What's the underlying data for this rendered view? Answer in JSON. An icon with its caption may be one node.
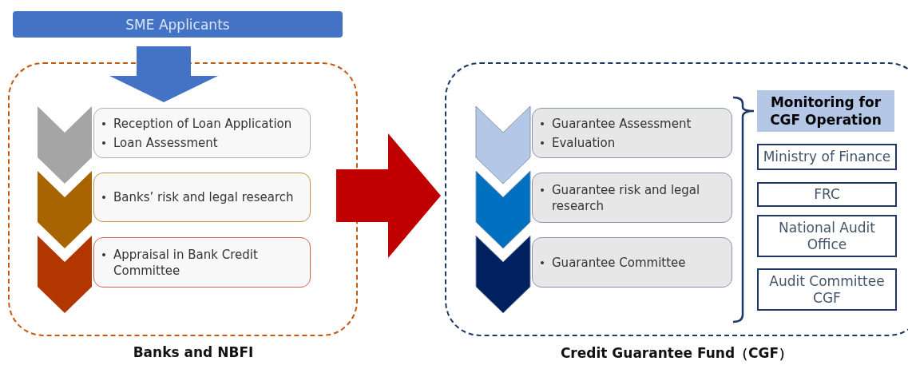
{
  "diagram": {
    "nodes": [
      {
        "text": [
          "SME Applicants"
        ]
      },
      {
        "text": [
          "Banks and NBFI"
        ]
      },
      {
        "text": [
          "Reception of Loan Application",
          "Loan Assessment"
        ],
        "in": 1
      },
      {
        "text": [
          "Banks’ risk and legal research"
        ],
        "in": 1
      },
      {
        "text": [
          "Appraisal in Bank Credit Committee"
        ],
        "in": 1
      },
      {
        "text": [
          "Credit Guarantee Fund（CGF）"
        ]
      },
      {
        "text": [
          "Guarantee Assessment",
          "Evaluation"
        ],
        "in": 5
      },
      {
        "text": [
          "Guarantee risk and legal research"
        ],
        "in": 5
      },
      {
        "text": [
          "Guarantee Committee"
        ],
        "in": 5
      },
      {
        "text": [
          "Monitoring for CGF Operation"
        ],
        "in": 5
      },
      {
        "text": [
          "Ministry of Finance"
        ],
        "in": 5
      },
      {
        "text": [
          "FRC"
        ],
        "in": 5
      },
      {
        "text": [
          "National Audit Office"
        ],
        "in": 5
      },
      {
        "text": [
          "Audit Committee CGF"
        ],
        "in": 5
      }
    ],
    "edges": [
      {
        "from": 0,
        "to": 2,
        "arrow": "to",
        "style": "thick",
        "color": "#4472c4"
      },
      {
        "from": 1,
        "to": 5,
        "arrow": "to",
        "style": "thick",
        "color": "#c00000"
      }
    ]
  }
}
